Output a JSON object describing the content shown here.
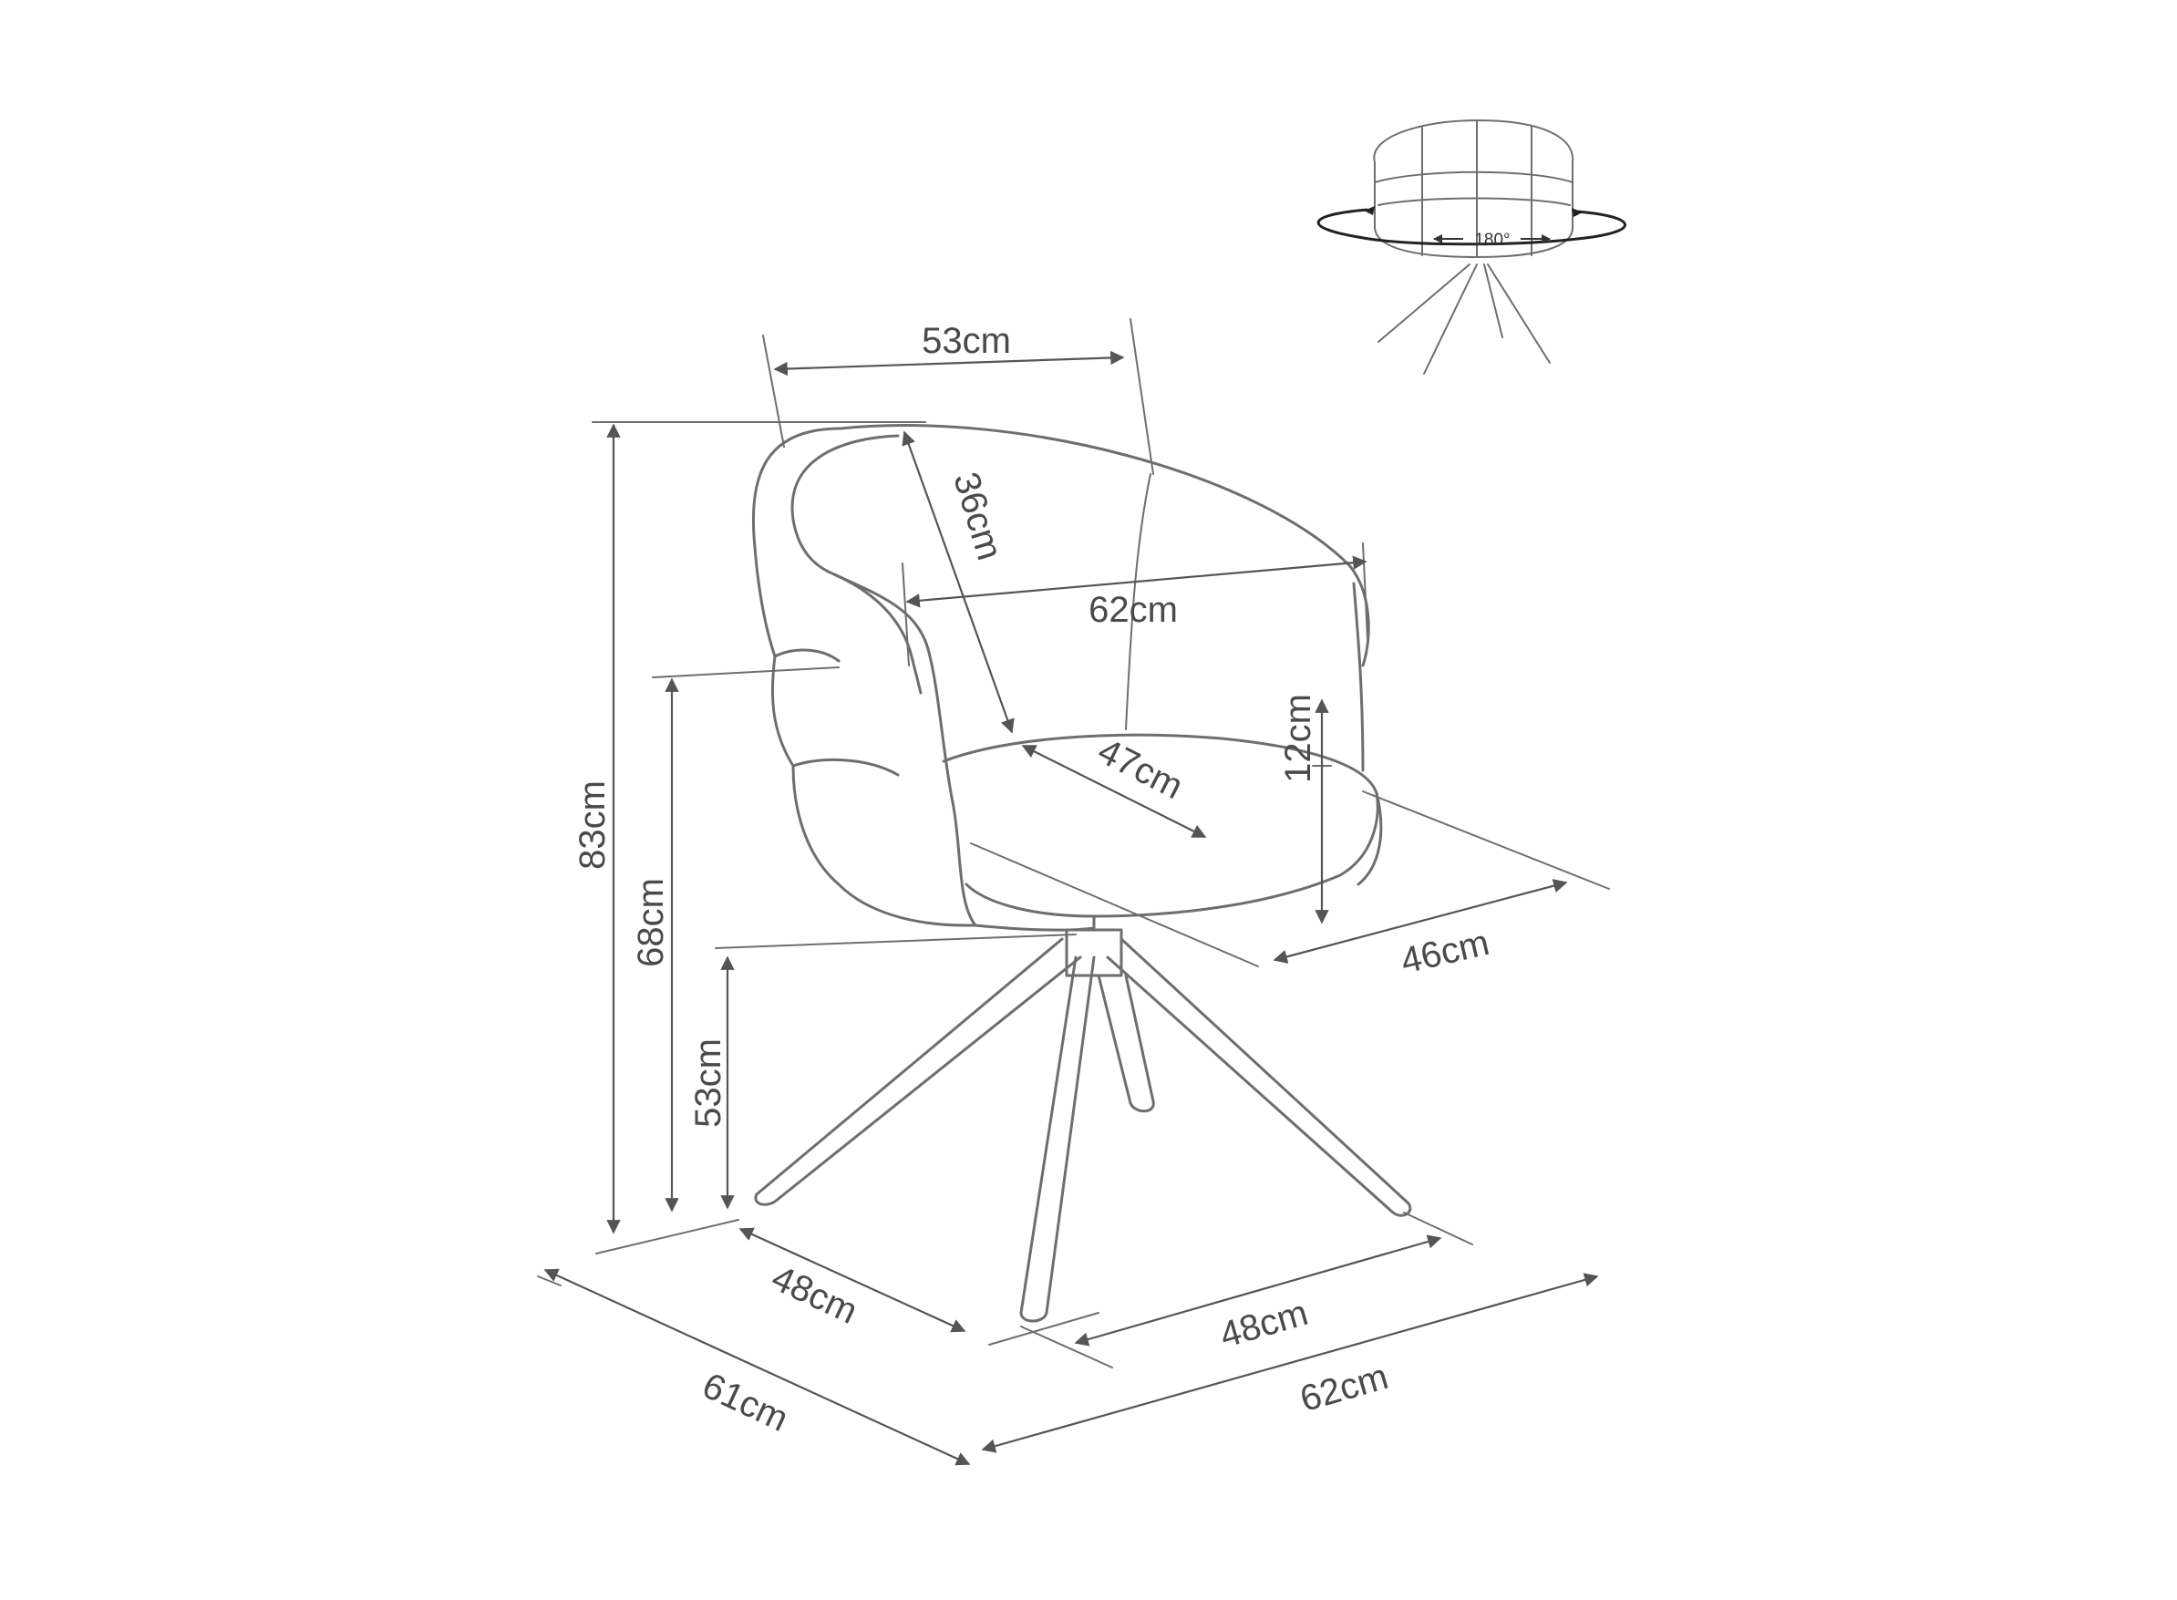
{
  "labels": {
    "width_top": "53cm",
    "back_depth": "36cm",
    "armrest_width": "62cm",
    "seat_depth": "47cm",
    "seat_thickness": "12cm",
    "seat_width": "46cm",
    "total_height": "83cm",
    "armrest_height": "68cm",
    "seat_height": "53cm",
    "base_left": "48cm",
    "base_right": "48cm",
    "total_depth": "61cm",
    "total_width": "62cm",
    "rotation": "180°"
  },
  "colors": {
    "line": "#6e6e6e",
    "dimension": "#555555",
    "text": "#4a4a4a"
  }
}
